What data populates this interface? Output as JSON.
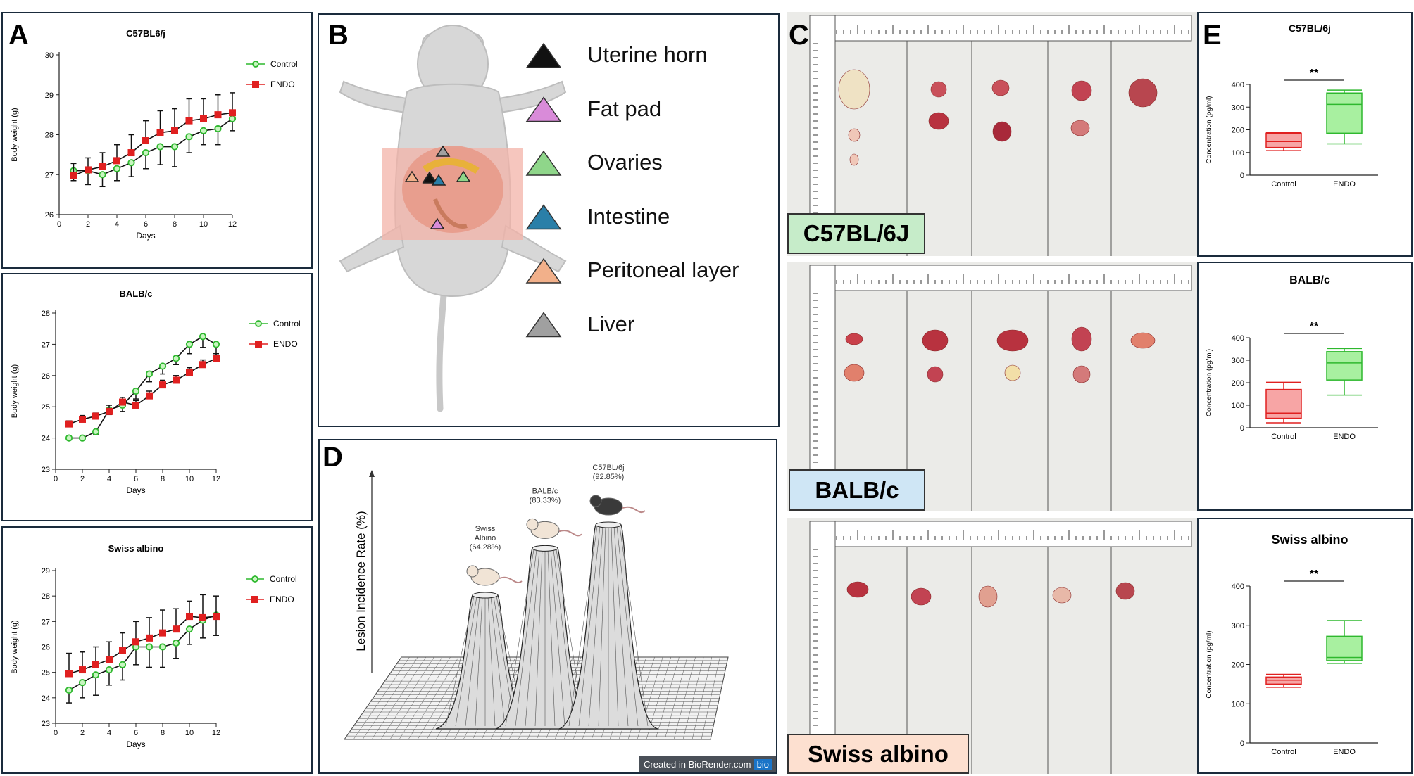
{
  "panel_labels": {
    "a": "A",
    "b": "B",
    "c": "C",
    "d": "D",
    "e": "E"
  },
  "colors": {
    "control": "#2eb82e",
    "control_fill": "#c8f5c0",
    "endo": "#e02020",
    "endo_fill": "#f7a5a5",
    "errorbar": "#111111",
    "caption_c57": "#c6ecc9",
    "caption_balb": "#cfe6f5",
    "caption_swiss": "#fde0d0"
  },
  "chart_data": [
    {
      "id": "A1",
      "type": "line",
      "title": "C57BL6/j",
      "xlabel": "Days",
      "ylabel": "Body weight (g)",
      "ylim": [
        26,
        30
      ],
      "yticks": [
        26,
        27,
        28,
        29,
        30
      ],
      "xticks": [
        0,
        2,
        4,
        6,
        8,
        10,
        12
      ],
      "xlim": [
        0,
        12
      ],
      "x": [
        1,
        2,
        3,
        4,
        5,
        6,
        7,
        8,
        9,
        10,
        11,
        12
      ],
      "series": [
        {
          "name": "Control",
          "values": [
            27.1,
            27.1,
            27.0,
            27.15,
            27.3,
            27.55,
            27.7,
            27.7,
            27.95,
            28.1,
            28.15,
            28.4
          ],
          "err": [
            0.25,
            0.35,
            0.3,
            0.3,
            0.35,
            0.4,
            0.45,
            0.5,
            0.4,
            0.35,
            0.4,
            0.3
          ]
        },
        {
          "name": "ENDO",
          "values": [
            26.98,
            27.12,
            27.2,
            27.35,
            27.55,
            27.85,
            28.05,
            28.1,
            28.35,
            28.4,
            28.5,
            28.55
          ],
          "err": [
            0.3,
            0.3,
            0.35,
            0.4,
            0.45,
            0.5,
            0.55,
            0.55,
            0.55,
            0.5,
            0.5,
            0.5
          ]
        }
      ]
    },
    {
      "id": "A2",
      "type": "line",
      "title": "BALB/c",
      "xlabel": "Days",
      "ylabel": "Body weight (g)",
      "ylim": [
        23,
        28
      ],
      "yticks": [
        23,
        24,
        25,
        26,
        27,
        28
      ],
      "xticks": [
        0,
        2,
        4,
        6,
        8,
        10,
        12
      ],
      "xlim": [
        0,
        12
      ],
      "x": [
        1,
        2,
        3,
        4,
        5,
        6,
        7,
        8,
        9,
        10,
        11,
        12
      ],
      "series": [
        {
          "name": "Control",
          "values": [
            24.0,
            24.0,
            24.2,
            24.9,
            25.05,
            25.5,
            26.05,
            26.3,
            26.55,
            27.0,
            27.25,
            27.0
          ],
          "err": [
            0.05,
            0.05,
            0.1,
            0.15,
            0.2,
            0.25,
            0.25,
            0.25,
            0.2,
            0.3,
            0.35,
            0.35
          ]
        },
        {
          "name": "ENDO",
          "values": [
            24.45,
            24.6,
            24.7,
            24.85,
            25.15,
            25.05,
            25.35,
            25.7,
            25.85,
            26.1,
            26.35,
            26.55
          ],
          "err": [
            0.1,
            0.12,
            0.1,
            0.2,
            0.15,
            0.15,
            0.15,
            0.15,
            0.15,
            0.15,
            0.15,
            0.15
          ]
        }
      ]
    },
    {
      "id": "A3",
      "type": "line",
      "title": "Swiss albino",
      "xlabel": "Days",
      "ylabel": "Body weight (g)",
      "ylim": [
        23,
        29
      ],
      "yticks": [
        23,
        24,
        25,
        26,
        27,
        28,
        29
      ],
      "xticks": [
        0,
        2,
        4,
        6,
        8,
        10,
        12
      ],
      "xlim": [
        0,
        12
      ],
      "x": [
        1,
        2,
        3,
        4,
        5,
        6,
        7,
        8,
        9,
        10,
        11,
        12
      ],
      "series": [
        {
          "name": "Control",
          "values": [
            24.3,
            24.6,
            24.9,
            25.1,
            25.3,
            26.0,
            26.0,
            26.0,
            26.15,
            26.7,
            27.05,
            27.25
          ],
          "err": [
            0.5,
            0.6,
            0.8,
            0.6,
            0.6,
            0.7,
            0.8,
            0.8,
            0.6,
            0.6,
            0.7,
            0.8
          ]
        },
        {
          "name": "ENDO",
          "values": [
            24.95,
            25.1,
            25.3,
            25.5,
            25.85,
            26.2,
            26.35,
            26.55,
            26.7,
            27.2,
            27.15,
            27.2
          ],
          "err": [
            0.8,
            0.7,
            0.7,
            0.7,
            0.7,
            0.8,
            0.8,
            0.9,
            0.8,
            0.6,
            0.9,
            0.8
          ]
        }
      ]
    },
    {
      "id": "D",
      "type": "bar",
      "ylabel": "Lesion Incidence Rate (%)",
      "categories": [
        "Swiss Albino",
        "BALB/c",
        "C57BL/6j"
      ],
      "values": [
        64.28,
        83.33,
        92.85
      ],
      "labels": [
        "(64.28%)",
        "(83.33%)",
        "(92.85%)"
      ],
      "category_lines": [
        [
          "Swiss",
          "Albino"
        ],
        [
          "BALB/c"
        ],
        [
          "C57BL/6j"
        ]
      ]
    },
    {
      "id": "E1",
      "type": "box",
      "title": "C57BL/6j",
      "ylabel": "Concentration (pg/ml)",
      "ylim": [
        0,
        400
      ],
      "yticks": [
        0,
        100,
        200,
        300,
        400
      ],
      "categories": [
        "Control",
        "ENDO"
      ],
      "significance": "**",
      "boxes": [
        {
          "name": "Control",
          "min": 108,
          "q1": 122,
          "median": 148,
          "q3": 185,
          "max": 188
        },
        {
          "name": "ENDO",
          "min": 138,
          "q1": 185,
          "median": 312,
          "q3": 362,
          "max": 375
        }
      ]
    },
    {
      "id": "E2",
      "type": "box",
      "title": "BALB/c",
      "ylabel": "Concentration (pg/ml)",
      "ylim": [
        0,
        400
      ],
      "yticks": [
        0,
        100,
        200,
        300,
        400
      ],
      "categories": [
        "Control",
        "ENDO"
      ],
      "significance": "**",
      "boxes": [
        {
          "name": "Control",
          "min": 22,
          "q1": 42,
          "median": 65,
          "q3": 170,
          "max": 202
        },
        {
          "name": "ENDO",
          "min": 145,
          "q1": 212,
          "median": 288,
          "q3": 338,
          "max": 352
        }
      ]
    },
    {
      "id": "E3",
      "type": "box",
      "title": "Swiss albino",
      "ylabel": "Concentration (pg/ml)",
      "ylim": [
        0,
        400
      ],
      "yticks": [
        0,
        100,
        200,
        300,
        400
      ],
      "categories": [
        "Control",
        "ENDO"
      ],
      "significance": "**",
      "boxes": [
        {
          "name": "Control",
          "min": 142,
          "q1": 150,
          "median": 160,
          "q3": 168,
          "max": 175
        },
        {
          "name": "ENDO",
          "min": 203,
          "q1": 210,
          "median": 218,
          "q3": 272,
          "max": 312
        }
      ]
    }
  ],
  "legend_b": [
    {
      "label": "Uterine  horn",
      "color": "#111111"
    },
    {
      "label": "Fat pad",
      "color": "#d98bd9"
    },
    {
      "label": "Ovaries",
      "color": "#8fd68a"
    },
    {
      "label": "Intestine",
      "color": "#2a7fa8"
    },
    {
      "label": "Peritoneal  layer",
      "color": "#f2b08a"
    },
    {
      "label": "Liver",
      "color": "#a0a0a0"
    }
  ],
  "captions_c": [
    "C57BL/6J",
    "BALB/c",
    "Swiss albino"
  ],
  "biorender": {
    "text": "Created in BioRender.com",
    "badge": "bio"
  }
}
